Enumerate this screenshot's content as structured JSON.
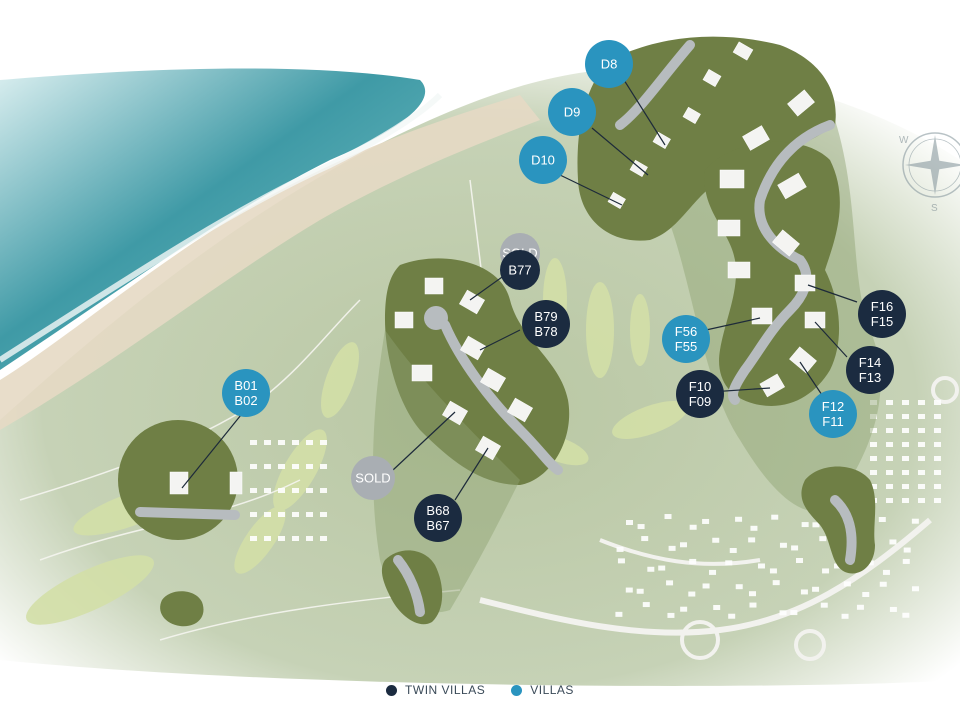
{
  "colors": {
    "twin_villas": "#1b2b40",
    "villas": "#2a94bf",
    "sold": "#a9aeb3",
    "plot": "#6f7f45"
  },
  "markers": {
    "d8": {
      "lines": [
        "D8"
      ],
      "type": "villas"
    },
    "d9": {
      "lines": [
        "D9"
      ],
      "type": "villas"
    },
    "d10": {
      "lines": [
        "D10"
      ],
      "type": "villas"
    },
    "sold_b77": {
      "lines": [
        "SOLD"
      ],
      "type": "sold"
    },
    "b77": {
      "lines": [
        "B77"
      ],
      "type": "twin_villas"
    },
    "b79": {
      "lines": [
        "B79",
        "B78"
      ],
      "type": "twin_villas"
    },
    "b01": {
      "lines": [
        "B01",
        "B02"
      ],
      "type": "villas"
    },
    "sold": {
      "lines": [
        "SOLD"
      ],
      "type": "sold"
    },
    "b68": {
      "lines": [
        "B68",
        "B67"
      ],
      "type": "twin_villas"
    },
    "f16": {
      "lines": [
        "F16",
        "F15"
      ],
      "type": "twin_villas"
    },
    "f56": {
      "lines": [
        "F56",
        "F55"
      ],
      "type": "villas"
    },
    "f14": {
      "lines": [
        "F14",
        "F13"
      ],
      "type": "twin_villas"
    },
    "f10": {
      "lines": [
        "F10",
        "F09"
      ],
      "type": "twin_villas"
    },
    "f12": {
      "lines": [
        "F12",
        "F11"
      ],
      "type": "villas"
    }
  },
  "compass": {
    "w": "W",
    "s": "S"
  },
  "legend": {
    "twin_villas": "TWIN VILLAS",
    "villas": "VILLAS"
  }
}
